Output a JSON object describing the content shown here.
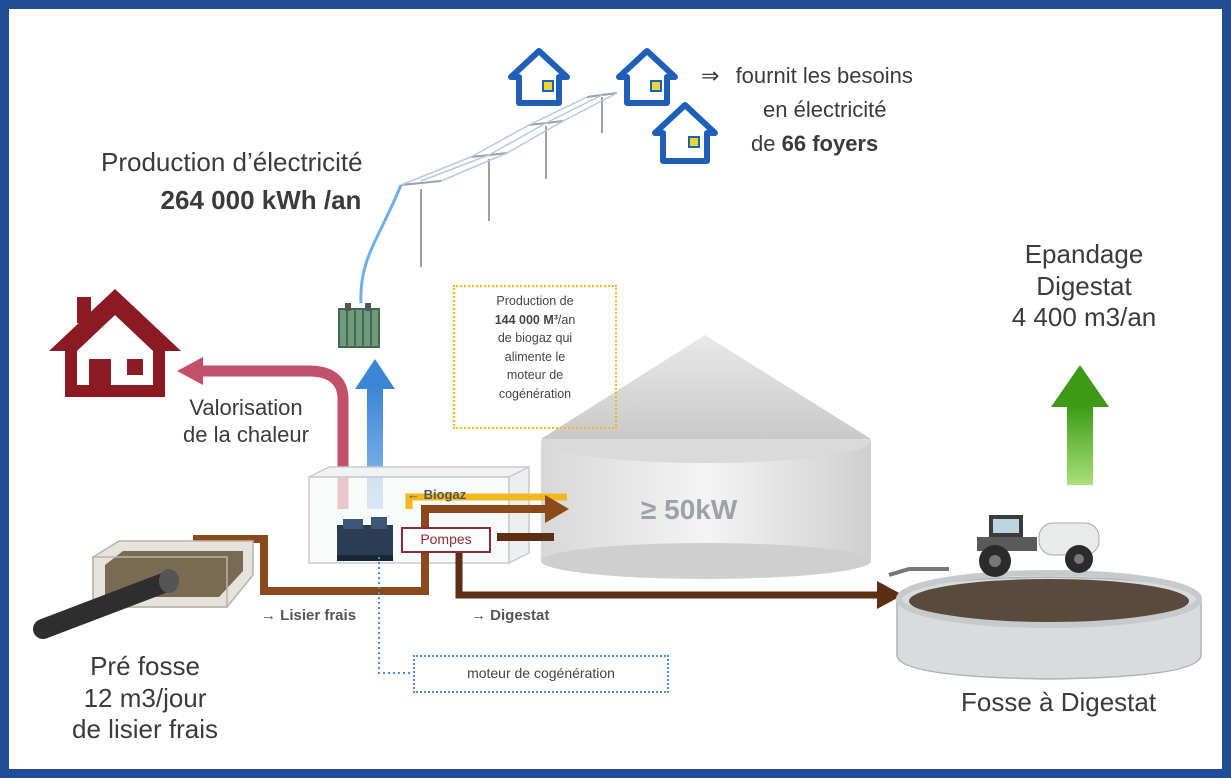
{
  "electricity": {
    "title": "Production d’électricité",
    "amount": "264 000 kWh /an"
  },
  "households": {
    "arrow": "⇒",
    "line1": "fournit les besoins",
    "line2": "en électricité",
    "line3_prefix": "de",
    "line3_count": "66 foyers"
  },
  "biogas_box": {
    "line1": "Production de",
    "amount": "144 000 M³",
    "unit": "/an",
    "line3": "de biogaz qui",
    "line4": "alimente le",
    "line5": "moteur de",
    "line6": "cogénération"
  },
  "spreading": {
    "line1": "Epandage",
    "line2": "Digestat",
    "line3": "4 400 m3/an"
  },
  "heat": {
    "line1": "Valorisation",
    "line2": "de la chaleur"
  },
  "flows": {
    "biogaz": "← Biogaz",
    "pompes": "Pompes",
    "lisier": "→ Lisier frais",
    "digestat": "→ Digestat"
  },
  "digester": {
    "power": "≥ 50kW"
  },
  "engine_box": {
    "label": "moteur de cogénération"
  },
  "pre_pit": {
    "line1": "Pré fosse",
    "line2": "12 m3/jour",
    "line3": "de lisier frais"
  },
  "digestate_pit": {
    "label": "Fosse à Digestat"
  },
  "colors": {
    "border": "#1f4e96",
    "house_blue": "#1f5fb8",
    "house_red": "#8b1a22",
    "heat_pink": "#c2506a",
    "electric_blue": "#4a8fd8",
    "biogas_yellow": "#f2b81d",
    "slurry_brown": "#8a4a1c",
    "digestate_brown": "#5c2f14",
    "green_arrow": "#6fbf2a"
  }
}
